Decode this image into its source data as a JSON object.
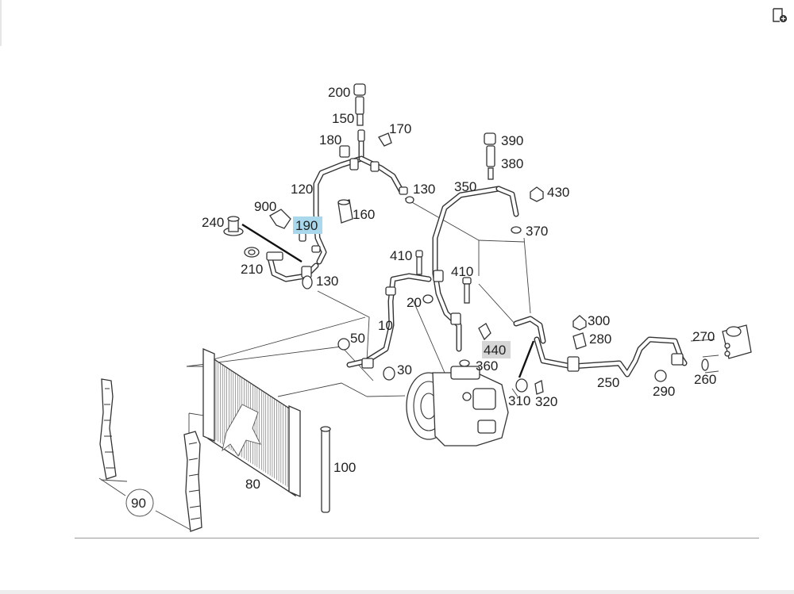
{
  "toolbar": {
    "export_icon": "document-export-icon"
  },
  "diagram": {
    "highlight_color": "#a9d8ec",
    "dim_highlight_color": "#d6d6d6",
    "callouts": {
      "c10": "10",
      "c20": "20",
      "c30": "30",
      "c50": "50",
      "c80": "80",
      "c90": "90",
      "c100": "100",
      "c120": "120",
      "c130a": "130",
      "c130b": "130",
      "c150": "150",
      "c160": "160",
      "c170": "170",
      "c180": "180",
      "c190": "190",
      "c200": "200",
      "c210": "210",
      "c240": "240",
      "c250": "250",
      "c260": "260",
      "c270": "270",
      "c280": "280",
      "c290": "290",
      "c300": "300",
      "c310": "310",
      "c320": "320",
      "c350": "350",
      "c360": "360",
      "c370": "370",
      "c380": "380",
      "c390": "390",
      "c410a": "410",
      "c410b": "410",
      "c430": "430",
      "c440": "440",
      "c900": "900"
    }
  }
}
